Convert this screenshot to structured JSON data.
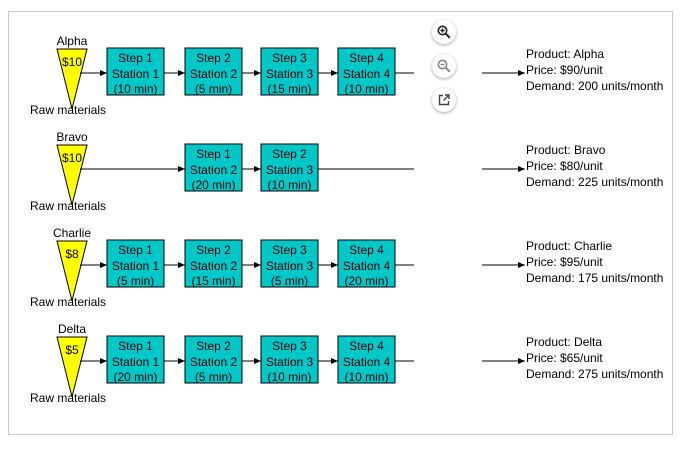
{
  "colors": {
    "triangle_fill": "#ffff00",
    "step_fill": "#00c8c8",
    "stroke": "#000000",
    "frame_border": "#c9c9c9"
  },
  "toolbar": {
    "zoom_in_icon": "zoom-in-icon",
    "zoom_out_icon": "zoom-out-icon",
    "popout_icon": "open-external-icon"
  },
  "products": [
    {
      "name": "Alpha",
      "raw_cost": "$10",
      "raw_label": "Raw materials",
      "steps": [
        {
          "step": "Step 1",
          "station": "Station 1",
          "time": "(10 min)"
        },
        {
          "step": "Step 2",
          "station": "Station 2",
          "time": "(5 min)"
        },
        {
          "step": "Step 3",
          "station": "Station 3",
          "time": "(15 min)"
        },
        {
          "step": "Step 4",
          "station": "Station 4",
          "time": "(10 min)"
        }
      ],
      "product_line": "Product: Alpha",
      "price_line": "Price: $90/unit",
      "demand_line": "Demand: 200 units/month"
    },
    {
      "name": "Bravo",
      "raw_cost": "$10",
      "raw_label": "Raw materials",
      "steps": [
        {
          "step": "Step 1",
          "station": "Station 2",
          "time": "(20 min)"
        },
        {
          "step": "Step 2",
          "station": "Station 3",
          "time": "(10 min)"
        }
      ],
      "product_line": "Product: Bravo",
      "price_line": "Price: $80/unit",
      "demand_line": "Demand: 225 units/month"
    },
    {
      "name": "Charlie",
      "raw_cost": "$8",
      "raw_label": "Raw materials",
      "steps": [
        {
          "step": "Step 1",
          "station": "Station 1",
          "time": "(5 min)"
        },
        {
          "step": "Step 2",
          "station": "Station 2",
          "time": "(15 min)"
        },
        {
          "step": "Step 3",
          "station": "Station 3",
          "time": "(5 min)"
        },
        {
          "step": "Step 4",
          "station": "Station 4",
          "time": "(20 min)"
        }
      ],
      "product_line": "Product: Charlie",
      "price_line": "Price: $95/unit",
      "demand_line": "Demand: 175 units/month"
    },
    {
      "name": "Delta",
      "raw_cost": "$5",
      "raw_label": "Raw materials",
      "steps": [
        {
          "step": "Step 1",
          "station": "Station 1",
          "time": "(20 min)"
        },
        {
          "step": "Step 2",
          "station": "Station 2",
          "time": "(5 min)"
        },
        {
          "step": "Step 3",
          "station": "Station 3",
          "time": "(10 min)"
        },
        {
          "step": "Step 4",
          "station": "Station 4",
          "time": "(10 min)"
        }
      ],
      "product_line": "Product: Delta",
      "price_line": "Price: $65/unit",
      "demand_line": "Demand: 275 units/month"
    }
  ]
}
